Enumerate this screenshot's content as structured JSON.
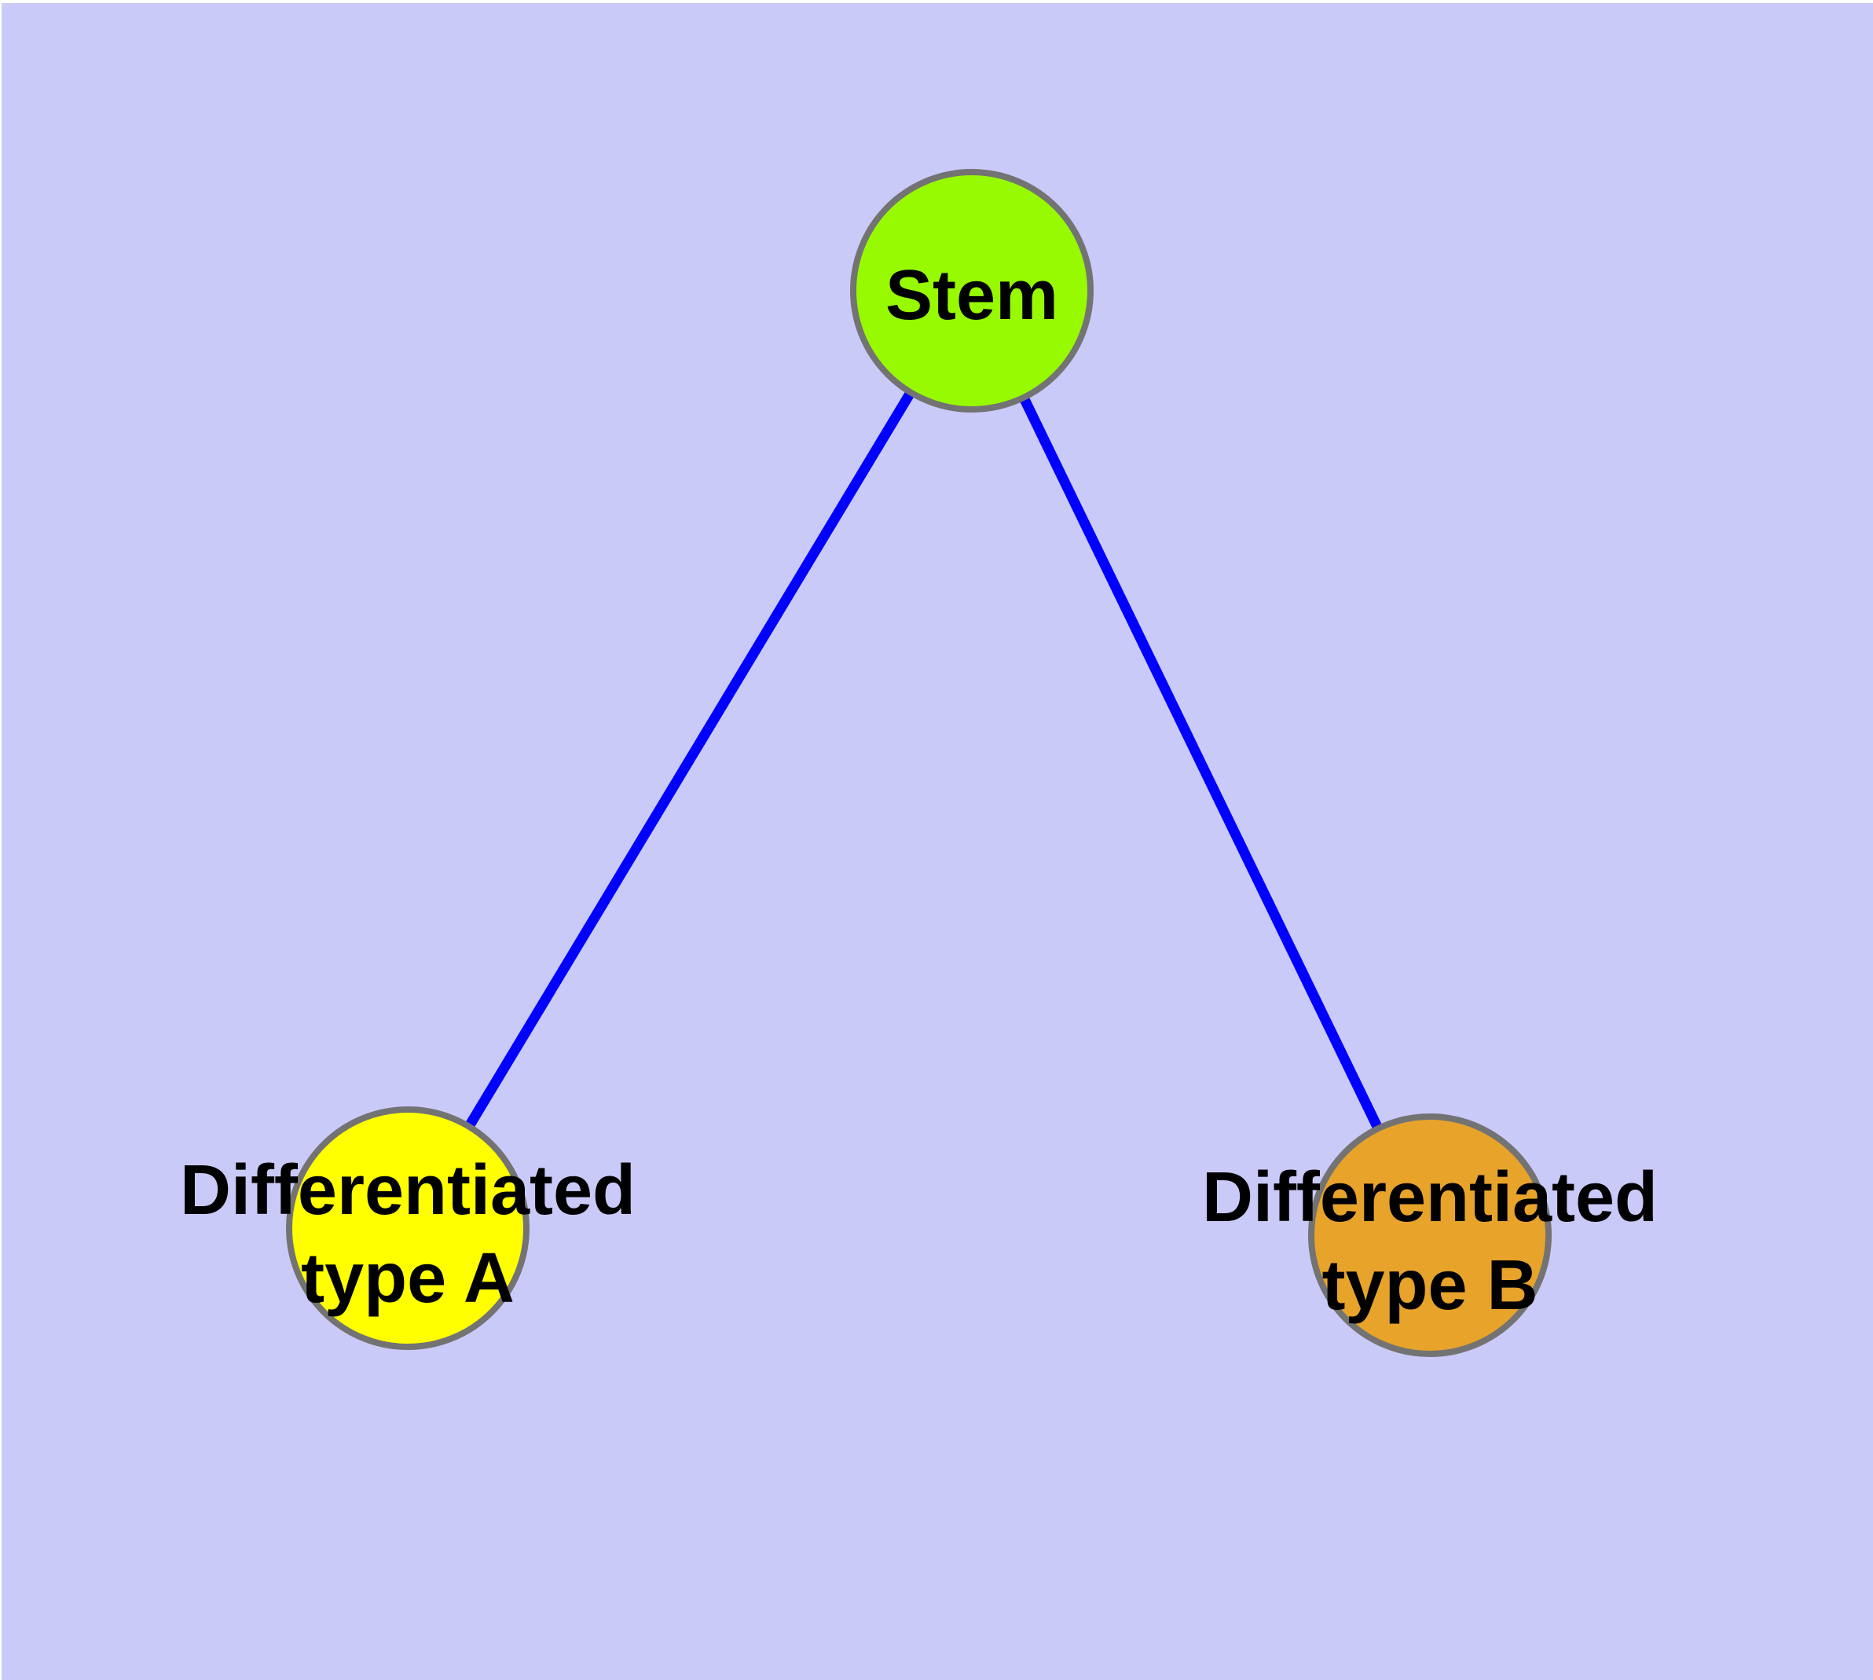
{
  "diagram": {
    "title": "stem cell differentiation graph",
    "colors": {
      "page_background": "#ffffff",
      "canvas_background": "#cacaf9",
      "edge": "#0000ff",
      "node_border": "#737373",
      "label": "#000000"
    },
    "nodes": [
      {
        "id": "stem",
        "label": "Stem",
        "label_line1": "Stem",
        "label_line2": "",
        "color": "#97fa00"
      },
      {
        "id": "type-a",
        "label": "Differentiated type A",
        "label_line1": "Differentiated",
        "label_line2": "type A",
        "color": "#ffff00"
      },
      {
        "id": "type-b",
        "label": "Differentiated type B",
        "label_line1": "Differentiated",
        "label_line2": "type B",
        "color": "#e8a32b"
      }
    ],
    "edges": [
      {
        "from": "Stem",
        "to": "Differentiated type A"
      },
      {
        "from": "Stem",
        "to": "Differentiated type B"
      }
    ]
  }
}
